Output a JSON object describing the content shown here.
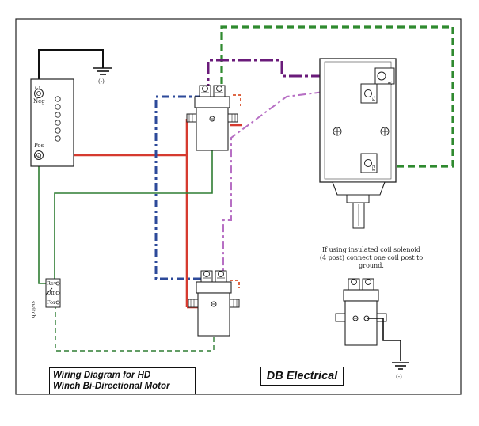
{
  "battery": {
    "neg_symbol": "(-)",
    "neg_label": "Neg",
    "pos_symbol": "(+)",
    "pos_label": "Pos"
  },
  "ground_top": {
    "symbol": "(-)"
  },
  "ground_bottom": {
    "symbol": "(-)"
  },
  "motor": {
    "terminal_a": "A",
    "terminal_f1": "F1",
    "terminal_f2": "F2"
  },
  "switch": {
    "title": "switch",
    "rev": "Rev",
    "off": "Off",
    "for": "For"
  },
  "note": {
    "text": "If using insulated coil solenoid (4 post) connect one coil post to ground."
  },
  "title_box": {
    "line1": "Wiring Diagram for HD",
    "line2": "Winch Bi-Directional Motor"
  },
  "brand": {
    "text": "DB Electrical"
  },
  "wire_colors": {
    "ground": "#111111",
    "positive": "#d63a2f",
    "switch_green": "#2e7d32",
    "field_green": "#2f8a2f",
    "armature_purple": "#6a1b7a",
    "field_lavender": "#b76fc4",
    "field_blue": "#2d4a9a",
    "coil_red_dash": "#d9542f"
  }
}
